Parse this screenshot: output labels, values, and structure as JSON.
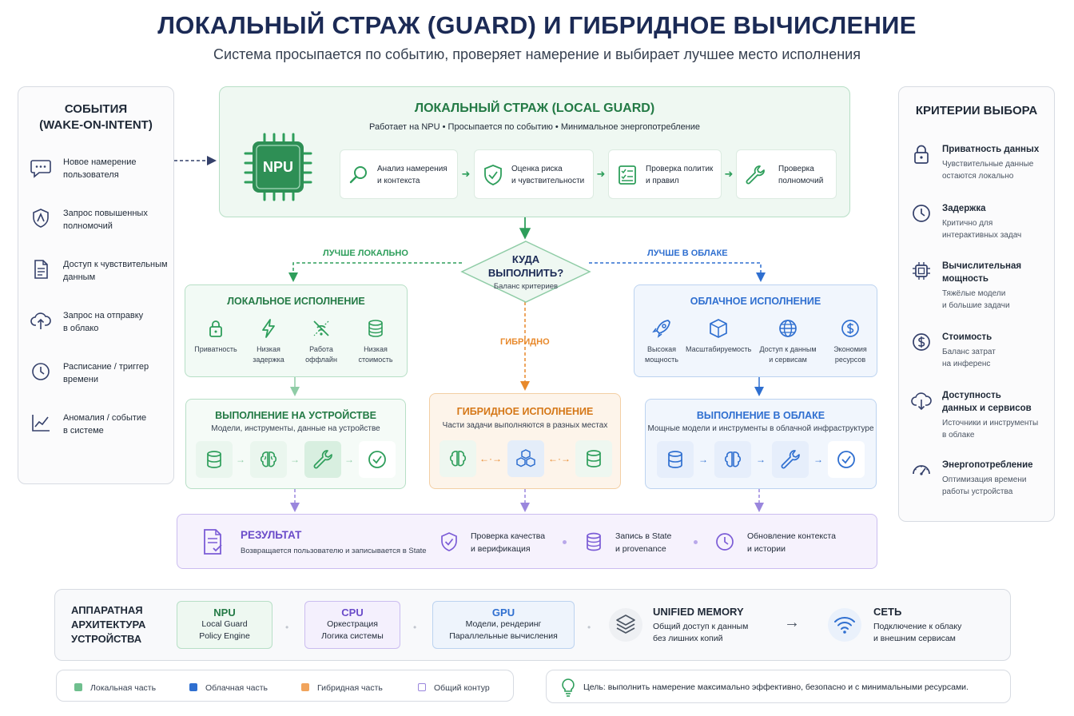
{
  "title": "ЛОКАЛЬНЫЙ СТРАЖ (GUARD) И ГИБРИДНОЕ ВЫЧИСЛЕНИЕ",
  "subtitle": "Система просыпается по событию, проверяет намерение и выбирает лучшее место исполнения",
  "colors": {
    "green": "#2e9e5b",
    "blue": "#2f6fd0",
    "orange": "#e8892b",
    "purple": "#7b5cd6",
    "navy": "#1b2a55"
  },
  "events": {
    "title_line1": "СОБЫТИЯ",
    "title_line2": "(WAKE-ON-INTENT)",
    "items": [
      {
        "icon": "chat-bubble-icon",
        "line1": "Новое намерение",
        "line2": "пользователя"
      },
      {
        "icon": "privilege-shield-icon",
        "line1": "Запрос повышенных",
        "line2": "полномочий"
      },
      {
        "icon": "document-icon",
        "line1": "Доступ к чувствительным",
        "line2": "данным"
      },
      {
        "icon": "cloud-upload-icon",
        "line1": "Запрос на отправку",
        "line2": "в облако"
      },
      {
        "icon": "clock-icon",
        "line1": "Расписание / триггер",
        "line2": "времени"
      },
      {
        "icon": "anomaly-chart-icon",
        "line1": "Аномалия / событие",
        "line2": "в системе"
      }
    ]
  },
  "guard": {
    "title": "ЛОКАЛЬНЫЙ СТРАЖ (LOCAL GUARD)",
    "subtitle": "Работает на NPU • Просыпается по событию • Минимальное энергопотребление",
    "chip_label": "NPU",
    "steps": [
      {
        "icon": "magnifier-icon",
        "line1": "Анализ намерения",
        "line2": "и контекста"
      },
      {
        "icon": "shield-check-icon",
        "line1": "Оценка риска",
        "line2": "и чувствительности"
      },
      {
        "icon": "checklist-icon",
        "line1": "Проверка политик",
        "line2": "и правил"
      },
      {
        "icon": "wrench-icon",
        "line1": "Проверка",
        "line2": "полномочий"
      }
    ]
  },
  "decision": {
    "line1": "КУДА",
    "line2": "ВЫПОЛНИТЬ?",
    "sub": "Баланс критериев",
    "better_local": "ЛУЧШЕ ЛОКАЛЬНО",
    "better_cloud": "ЛУЧШЕ В ОБЛАКЕ",
    "hybrid": "ГИБРИДНО"
  },
  "local_exec": {
    "title": "ЛОКАЛЬНОЕ ИСПОЛНЕНИЕ",
    "features": [
      {
        "icon": "lock-icon",
        "line1": "Приватность",
        "line2": ""
      },
      {
        "icon": "lightning-icon",
        "line1": "Низкая",
        "line2": "задержка"
      },
      {
        "icon": "offline-icon",
        "line1": "Работа",
        "line2": "оффлайн"
      },
      {
        "icon": "coins-icon",
        "line1": "Низкая",
        "line2": "стоимость"
      }
    ]
  },
  "cloud_exec": {
    "title": "ОБЛАЧНОЕ ИСПОЛНЕНИЕ",
    "features": [
      {
        "icon": "rocket-icon",
        "line1": "Высокая",
        "line2": "мощность"
      },
      {
        "icon": "cube-icon",
        "line1": "Масштабируемость",
        "line2": ""
      },
      {
        "icon": "globe-icon",
        "line1": "Доступ к данным",
        "line2": "и сервисам"
      },
      {
        "icon": "dollar-icon",
        "line1": "Экономия",
        "line2": "ресурсов"
      }
    ]
  },
  "device_exec": {
    "title": "ВЫПОЛНЕНИЕ НА УСТРОЙСТВЕ",
    "sub": "Модели, инструменты, данные на устройстве"
  },
  "hybrid_exec": {
    "title": "ГИБРИДНОЕ ИСПОЛНЕНИЕ",
    "sub": "Части задачи выполняются в разных местах"
  },
  "cloud_run": {
    "title": "ВЫПОЛНЕНИЕ В ОБЛАКЕ",
    "sub": "Мощные модели и инструменты в облачной инфраструктуре"
  },
  "result": {
    "title": "РЕЗУЛЬТАТ",
    "sub": "Возвращается пользователю и записывается в State",
    "items": [
      {
        "icon": "quality-shield-icon",
        "line1": "Проверка качества",
        "line2": "и верификация"
      },
      {
        "icon": "database-icon",
        "line1": "Запись в State",
        "line2": "и provenance"
      },
      {
        "icon": "history-clock-icon",
        "line1": "Обновление контекста",
        "line2": "и истории"
      }
    ]
  },
  "criteria": {
    "title": "КРИТЕРИИ ВЫБОРА",
    "items": [
      {
        "icon": "padlock-icon",
        "title1": "Приватность данных",
        "title2": "",
        "d1": "Чувствительные данные",
        "d2": "остаются локально"
      },
      {
        "icon": "latency-clock-icon",
        "title1": "Задержка",
        "title2": "",
        "d1": "Критично для",
        "d2": "интерактивных задач"
      },
      {
        "icon": "processor-icon",
        "title1": "Вычислительная",
        "title2": "мощность",
        "d1": "Тяжёлые модели",
        "d2": "и большие задачи"
      },
      {
        "icon": "cost-icon",
        "title1": "Стоимость",
        "title2": "",
        "d1": "Баланс затрат",
        "d2": "на инференс"
      },
      {
        "icon": "cloud-data-icon",
        "title1": "Доступность",
        "title2": "данных и сервисов",
        "d1": "Источники и инструменты",
        "d2": "в облаке"
      },
      {
        "icon": "gauge-icon",
        "title1": "Энергопотребление",
        "title2": "",
        "d1": "Оптимизация времени",
        "d2": "работы устройства"
      }
    ]
  },
  "hardware": {
    "title_line1": "АППАРАТНАЯ",
    "title_line2": "АРХИТЕКТУРА",
    "title_line3": "УСТРОЙСТВА",
    "npu": {
      "head": "NPU",
      "l1": "Local Guard",
      "l2": "Policy Engine"
    },
    "cpu": {
      "head": "CPU",
      "l1": "Оркестрация",
      "l2": "Логика системы"
    },
    "gpu": {
      "head": "GPU",
      "l1": "Модели, рендеринг",
      "l2": "Параллельные вычисления"
    },
    "memory": {
      "head": "UNIFIED MEMORY",
      "l1": "Общий доступ к данным",
      "l2": "без лишних копий"
    },
    "network": {
      "head": "СЕТЬ",
      "l1": "Подключение к облаку",
      "l2": "и внешним сервисам"
    }
  },
  "legend": {
    "local": "Локальная часть",
    "cloud": "Облачная часть",
    "hybrid": "Гибридная часть",
    "common": "Общий контур"
  },
  "goal": "Цель: выполнить намерение максимально эффективно, безопасно и с минимальными ресурсами."
}
